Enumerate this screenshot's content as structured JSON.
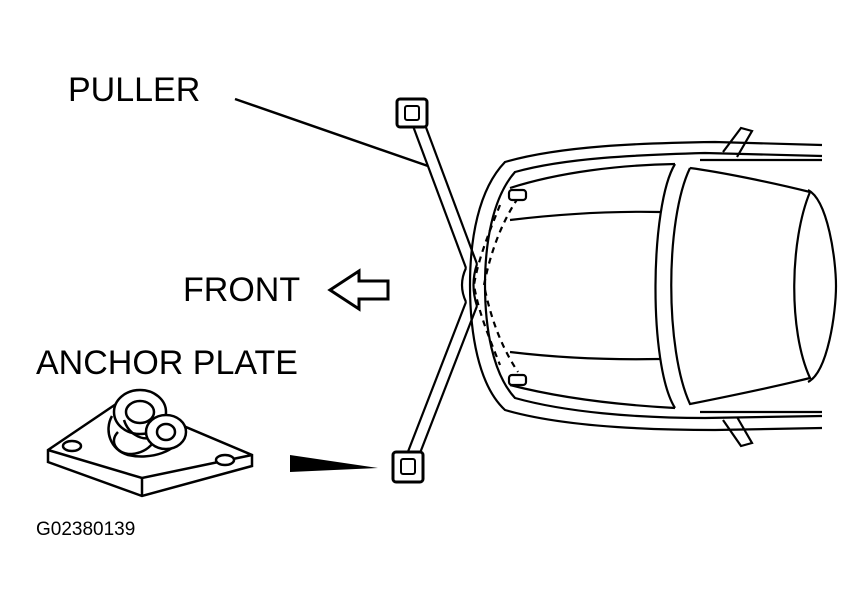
{
  "labels": {
    "puller": "PULLER",
    "front": "FRONT",
    "anchor_plate": "ANCHOR PLATE",
    "figure_id": "G02380139"
  },
  "colors": {
    "ink": "#000000",
    "paper": "#ffffff"
  },
  "icons": {
    "front_arrow": "arrow-left-icon"
  }
}
